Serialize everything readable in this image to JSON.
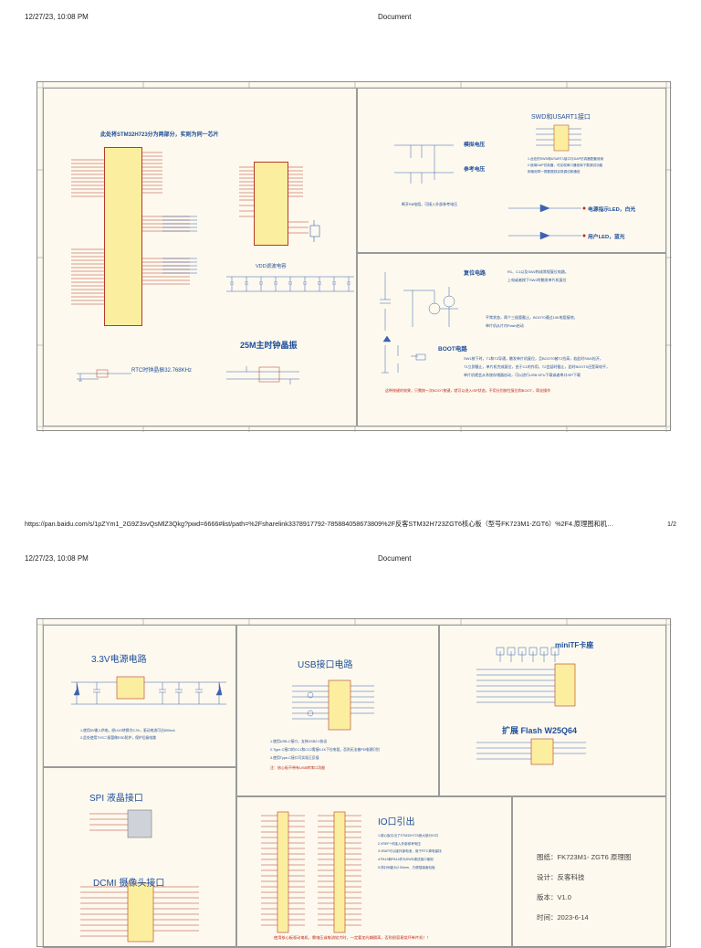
{
  "browser": {
    "timestamp": "12/27/23, 10:08 PM",
    "doc_title": "Document",
    "footer_url": "https://pan.baidu.com/s/1pZYm1_2G9Z3svQsMlZ3Qkg?pwd=6666#list/path=%2Fsharelink3378917792-785884058673809%2F反客STM32H723ZGT6核心板（型号FK723M1-ZGT6）%2F4.原理图和机…",
    "page_number": "1/2"
  },
  "page1": {
    "mcu": {
      "title": "此处将STM32H723分为两部分，实则为同一芯片"
    },
    "vdd": {
      "title": "VDD滤波电容"
    },
    "hse": {
      "title": "25M主时钟晶振"
    },
    "rtc": {
      "title": "RTC时钟晶振32.768KHz"
    },
    "swd": {
      "title": "SWD和USART1接口",
      "analog_voltage": "模拟电压",
      "ref_voltage": "参考电压",
      "ref_note": "断开R8电阻，可接入外部参考电压",
      "note_lines": [
        "1.此处的SWD和USART1接口与DAP仿真器配套使用",
        "2.使用DAP仿真器，可实现串口通信和下载调试功能",
        "   即使用同一根数据线实现调试和通信"
      ],
      "power_led": "电源指示LED，白光",
      "user_led": "用户LED，蓝光"
    },
    "reset": {
      "title": "复位电路",
      "note1": "R1、C1以及SW2构成常规复位电路，",
      "note2": "上电或者按下SW2时触发单片机复位",
      "note3": "平常状态，两个三极管截止，BOOT0通过10K电阻接地，",
      "note4": "单片机从片内Flash启动"
    },
    "boot": {
      "title": "BOOT电路",
      "desc1": "SW1按下时，T1和T2导通，触发单片机复位，且BOOT0被T2拉高，若此时SW1松开，",
      "desc2": "T1立即截止，单片机完成复位，由于C1的作用，T2会延时截止，此时BOOT0还是高电平，",
      "desc3": "单片机就会从系统存储器启动，可以进行USB DFU下载或者串口ISP下载",
      "warning": "这种按键的效果，只需按一次BOOT按键，就可以进入ISP状态，不用分别按住复位和BOOT，简化操作"
    }
  },
  "page2": {
    "power": {
      "title": "3.3V电源电路",
      "note1": "1.使用5V输入供电，经LDO转换为3.3V，驱动电流可达800mA",
      "note2": "2.此处使用TVS二极管做ESD防护，保护后级电路"
    },
    "usb": {
      "title": "USB接口电路",
      "note1": "1.使用USB-C接口，支持USB2.0协议",
      "note2": "2.Type-C接口的CC1和CC2需接5.1K下拉电阻，否则无法被PD电源识别",
      "note3": "3.使用Type-C接口可实现正反插",
      "note4": "注：核心板不带有USB转串口功能"
    },
    "tf": {
      "title": "miniTF卡座"
    },
    "flash": {
      "title": "扩展 Flash W25Q64"
    },
    "spi": {
      "title": "SPI 液晶接口"
    },
    "dcmi": {
      "title": "DCMI 摄像头接口"
    },
    "io": {
      "title": "IO口引出",
      "notes": [
        "1.核心板引出了STM32H723绝大部分IO口",
        "2.VREF+可接入外部参考电压",
        "3.VBAT可以接外部电池，用于RTC掉电保持",
        "4.PA13和PA14作为SWD调试接口使用",
        "5.排针间距为2.54mm，方便插接面包板"
      ],
      "warning": "使用核心板驱动电机，需电压或电流较大时，一定要加光耦隔离，否则很容易烧坏单片机！！"
    },
    "title_block": {
      "drawing": "图纸：FK723M1- ZGT6 原理图",
      "designer": "设计：反客科技",
      "version": "版本：V1.0",
      "date": "时间：2023-6-14"
    }
  }
}
